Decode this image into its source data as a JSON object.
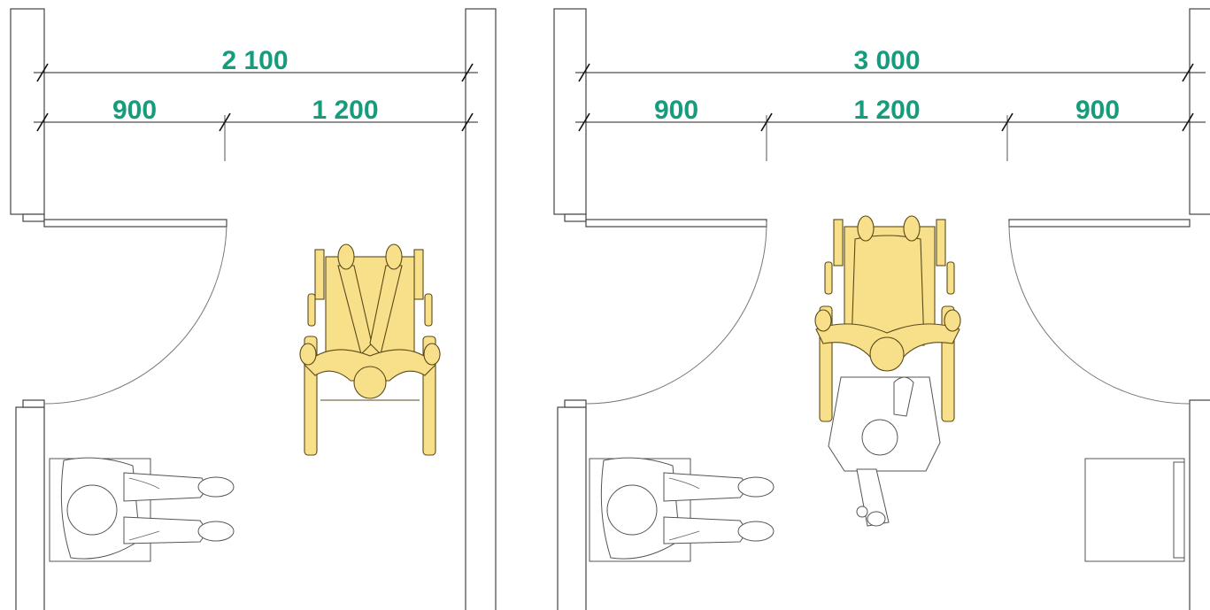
{
  "colors": {
    "dimension_text": "#169c7d",
    "wheelchair_fill": "#f8df8a",
    "line": "#444444",
    "background": "#ffffff"
  },
  "left_plan": {
    "total_dimension": "2 100",
    "segment_dimensions": [
      "900",
      "1 200"
    ]
  },
  "right_plan": {
    "total_dimension": "3 000",
    "segment_dimensions": [
      "900",
      "1 200",
      "900"
    ]
  }
}
